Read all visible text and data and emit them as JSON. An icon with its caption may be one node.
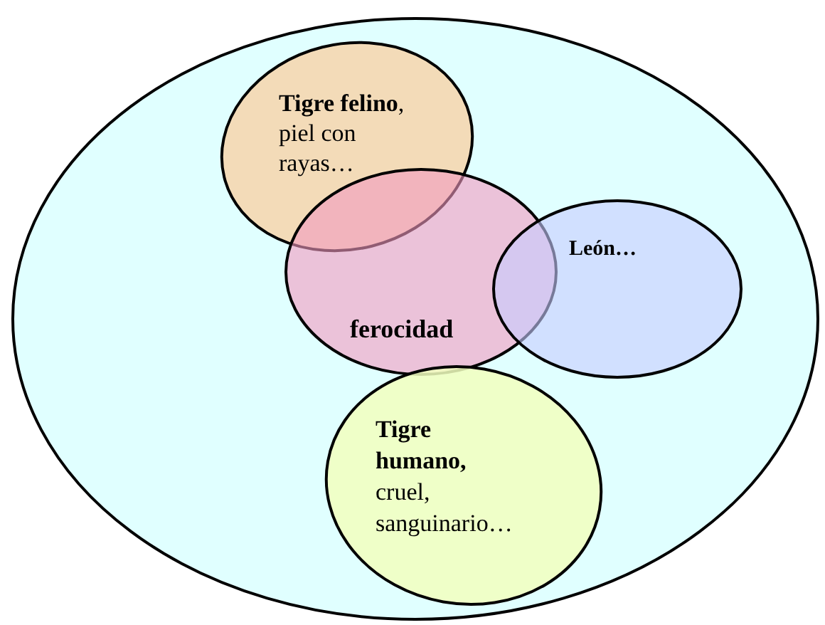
{
  "diagram": {
    "nodes": [
      {
        "text": [],
        "shape": "ellipse"
      },
      {
        "text": [
          "**Tigre felino**, piel con rayas…"
        ],
        "in": 0
      },
      {
        "text": [
          "ferocidad"
        ],
        "in": 0
      },
      {
        "text": [
          "León…"
        ],
        "in": 0
      },
      {
        "text": [
          "**Tigre humano,** cruel, sanguinario…"
        ],
        "in": 0
      }
    ]
  }
}
